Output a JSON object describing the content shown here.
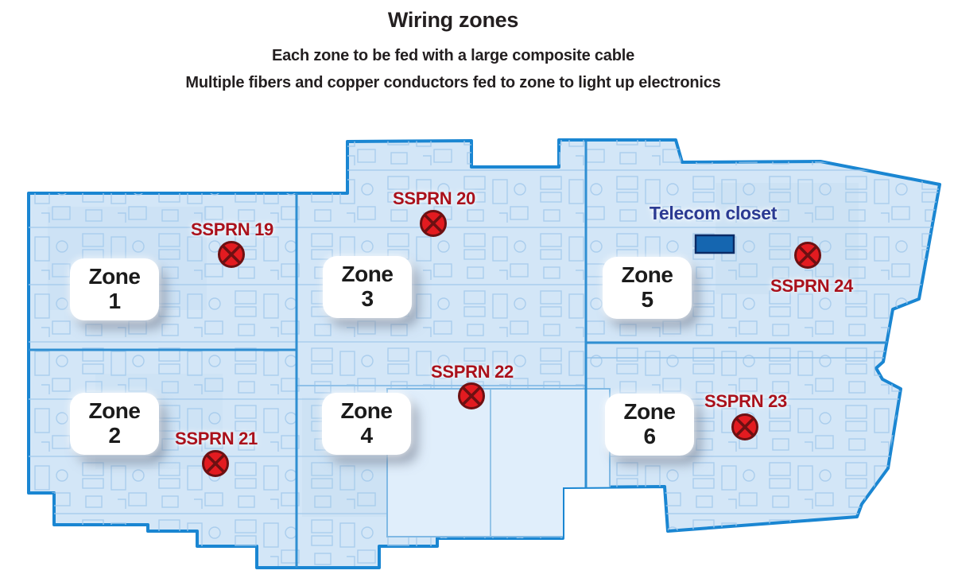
{
  "header": {
    "title": "Wiring zones",
    "subtitle_line1": "Each zone to be fed with a large composite cable",
    "subtitle_line2": "Multiple fibers and copper conductors fed to zone to light up electronics"
  },
  "plan": {
    "telecom_closet": {
      "label": "Telecom closet"
    },
    "zones": [
      {
        "word": "Zone",
        "number": "1"
      },
      {
        "word": "Zone",
        "number": "2"
      },
      {
        "word": "Zone",
        "number": "3"
      },
      {
        "word": "Zone",
        "number": "4"
      },
      {
        "word": "Zone",
        "number": "5"
      },
      {
        "word": "Zone",
        "number": "6"
      }
    ],
    "markers": [
      {
        "label": "SSPRN 19"
      },
      {
        "label": "SSPRN 20"
      },
      {
        "label": "SSPRN 21"
      },
      {
        "label": "SSPRN 22"
      },
      {
        "label": "SSPRN 23"
      },
      {
        "label": "SSPRN 24"
      }
    ],
    "colors": {
      "floor": "#d3e6f7",
      "floor_shade": "#c6ddf1",
      "plan_lines": "#a3c9eb",
      "outline": "#1a86d2",
      "divider": "#2f8fd2",
      "marker_fill": "#e31b20",
      "marker_detail": "#6d1012",
      "ssprn_label": "#aa111b",
      "telecom_label": "#2b3a92",
      "closet_fill": "#1566b0",
      "closet_border": "#0b2b66",
      "zone_label_text": "#1b1b1b"
    }
  }
}
